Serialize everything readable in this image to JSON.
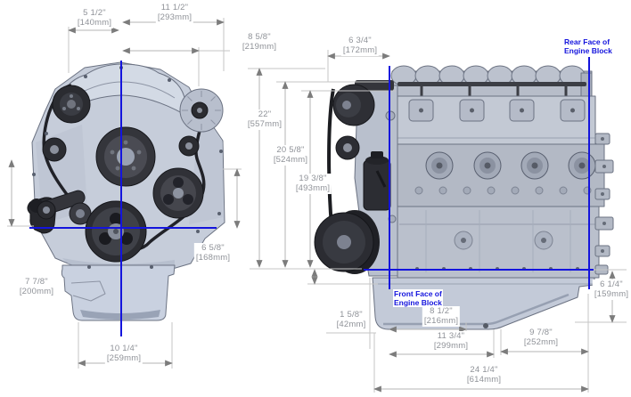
{
  "colors": {
    "accent_blue": "#1414dd",
    "dimension_text_gray": "#8f9298",
    "dimension_line_gray": "#b5b5b5"
  },
  "face_labels": {
    "rear": {
      "line1": "Rear Face of",
      "line2": "Engine Block"
    },
    "front": {
      "line1": "Front Face of",
      "line2": "Engine Block"
    }
  },
  "dims": {
    "d5_1_2": {
      "in": "5 1/2\"",
      "mm": "[140mm]"
    },
    "d11_1_2": {
      "in": "11 1/2\"",
      "mm": "[293mm]"
    },
    "d8_5_8": {
      "in": "8 5/8\"",
      "mm": "[219mm]"
    },
    "d22": {
      "in": "22\"",
      "mm": "[557mm]"
    },
    "d20_5_8": {
      "in": "20 5/8\"",
      "mm": "[524mm]"
    },
    "d19_3_8": {
      "in": "19 3/8\"",
      "mm": "[493mm]"
    },
    "d6_5_8": {
      "in": "6 5/8\"",
      "mm": "[168mm]"
    },
    "d7_7_8": {
      "in": "7 7/8\"",
      "mm": "[200mm]"
    },
    "d10_1_4": {
      "in": "10 1/4\"",
      "mm": "[259mm]"
    },
    "d6_3_4": {
      "in": "6 3/4\"",
      "mm": "[172mm]"
    },
    "d1_5_8": {
      "in": "1 5/8\"",
      "mm": "[42mm]"
    },
    "d8_1_2": {
      "in": "8 1/2\"",
      "mm": "[216mm]"
    },
    "d11_3_4": {
      "in": "11 3/4\"",
      "mm": "[299mm]"
    },
    "d9_7_8": {
      "in": "9 7/8\"",
      "mm": "[252mm]"
    },
    "d24_1_4": {
      "in": "24 1/4\"",
      "mm": "[614mm]"
    },
    "d6_1_4": {
      "in": "6 1/4\"",
      "mm": "[159mm]"
    }
  }
}
